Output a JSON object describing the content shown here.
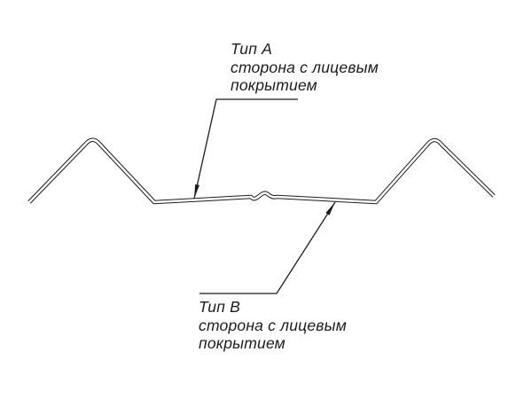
{
  "drawing": {
    "labels": {
      "a": {
        "title": "Тип А",
        "line1": "сторона с лицевым",
        "line2": "покрытием"
      },
      "b": {
        "title": "Тип В",
        "line1": "сторона с лицевым",
        "line2": "покрытием"
      }
    },
    "colors": {
      "line": "#1c1c1c",
      "background": "#ffffff"
    }
  }
}
